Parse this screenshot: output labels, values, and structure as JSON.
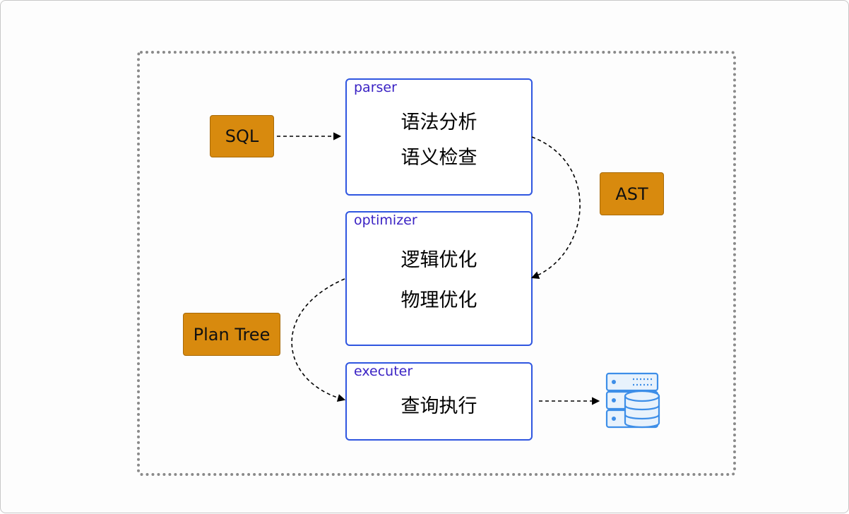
{
  "tags": {
    "sql": "SQL",
    "ast": "AST",
    "plan_tree": "Plan Tree"
  },
  "stages": {
    "parser": {
      "title": "parser",
      "lines": [
        "语法分析",
        "语义检查"
      ]
    },
    "optimizer": {
      "title": "optimizer",
      "lines": [
        "逻辑优化",
        "物理优化"
      ]
    },
    "executer": {
      "title": "executer",
      "lines": [
        "查询执行"
      ]
    }
  },
  "icons": {
    "database": "database-server-icon"
  },
  "colors": {
    "tag_fill": "#d88a0e",
    "stage_border": "#2f56e0",
    "stage_title": "#3a22c4",
    "frame": "#8a8a8a",
    "icon_blue": "#3d8ee8"
  }
}
